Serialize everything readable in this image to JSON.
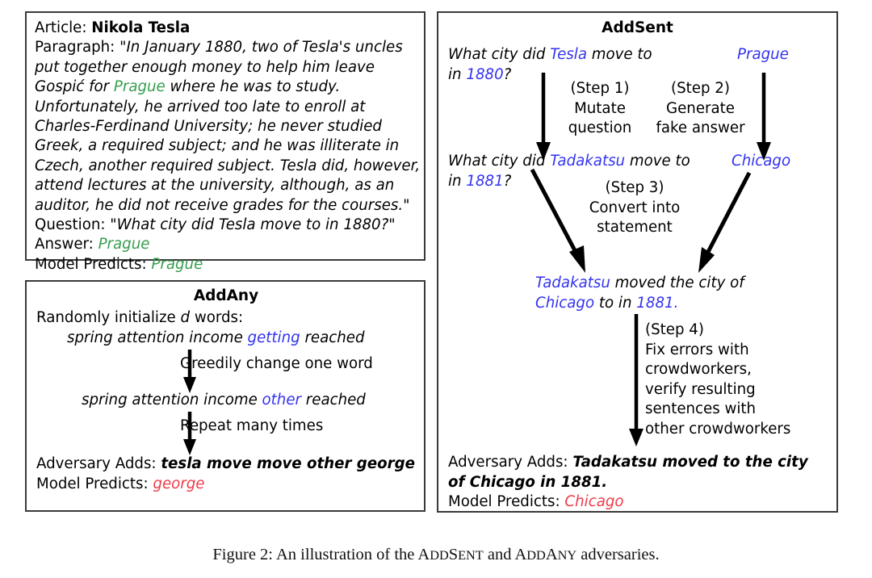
{
  "colors": {
    "green": "#359e4e",
    "blue": "#3333ee",
    "red": "#ef3b4b",
    "border": "#3a3a3a",
    "text": "#000000"
  },
  "example_panel": {
    "article_label": "Article: ",
    "article_title": "Nikola Tesla",
    "paragraph_label": "Paragraph: ",
    "paragraph_lines": [
      "\"In January 1880, two of Tesla's uncles",
      "put together enough money to help him leave",
      "Gospić for ",
      "Prague",
      " where he was to study.",
      "Unfortunately, he arrived too late to enroll at",
      "Charles-Ferdinand University; he never studied",
      "Greek, a required subject; and he was illiterate in",
      "Czech, another required subject. Tesla did, however,",
      "attend lectures at the university, although, as an",
      "auditor, he did not receive grades for the courses.\""
    ],
    "question_label": "Question: ",
    "question_text": "\"What city did Tesla move to in 1880?\"",
    "answer_label": "Answer: ",
    "answer_value": "Prague",
    "model_predicts_label": "Model Predicts: ",
    "model_predicts_value": "Prague"
  },
  "addany_panel": {
    "title": "AddAny",
    "init_line_prefix": "Randomly initialize ",
    "init_line_var": "d",
    "init_line_suffix": " words:",
    "words_1": {
      "before": "spring attention income ",
      "highlight": "getting",
      "after": " reached"
    },
    "step_caption_1": "Greedily change one word",
    "words_2": {
      "before": "spring attention income ",
      "highlight": "other",
      "after": " reached"
    },
    "step_caption_2": "Repeat many times",
    "adversary_label": "Adversary Adds: ",
    "adversary_value": "tesla move move other george",
    "model_predicts_label": "Model Predicts: ",
    "model_predicts_value": "george"
  },
  "addsent_panel": {
    "title": "AddSent",
    "question_original": {
      "l1_a": "What city did ",
      "l1_b": "Tesla",
      "l1_c": " move to",
      "l2_a": "in ",
      "l2_b": "1880",
      "l2_c": "?"
    },
    "answer_original": "Prague",
    "step1": [
      "(Step 1)",
      "Mutate",
      "question"
    ],
    "step2": [
      "(Step 2)",
      "Generate",
      "fake answer"
    ],
    "question_mutated": {
      "l1_a": "What city did ",
      "l1_b": "Tadakatsu",
      "l1_c": " move to",
      "l2_a": "in ",
      "l2_b": "1881",
      "l2_c": "?"
    },
    "answer_fake": "Chicago",
    "step3": [
      "(Step 3)",
      "Convert into",
      "statement"
    ],
    "statement": {
      "l1_a": "Tadakatsu",
      "l1_b": " moved the city of",
      "l2_a": "Chicago",
      "l2_b": " to in ",
      "l2_c": "1881",
      "l2_d": "."
    },
    "step4": [
      "(Step 4)",
      "Fix errors with",
      "crowdworkers,",
      "verify resulting",
      "sentences with",
      "other crowdworkers"
    ],
    "adversary_label": "Adversary Adds: ",
    "adversary_value_l1": "Tadakatsu moved to the city",
    "adversary_value_l2": "of Chicago in 1881.",
    "model_predicts_label": "Model Predicts: ",
    "model_predicts_value": "Chicago"
  },
  "caption": {
    "figure_number": "Figure 2: ",
    "text_before": "An illustration of the ",
    "addsent_a": "A",
    "addsent_rest": "DD",
    "addsent_s": "S",
    "addsent_ent": "ENT",
    "text_middle": " and ",
    "addany_a": "A",
    "addany_rest": "DD",
    "addany_a2": "A",
    "addany_ny": "NY",
    "text_after": " adversaries."
  }
}
